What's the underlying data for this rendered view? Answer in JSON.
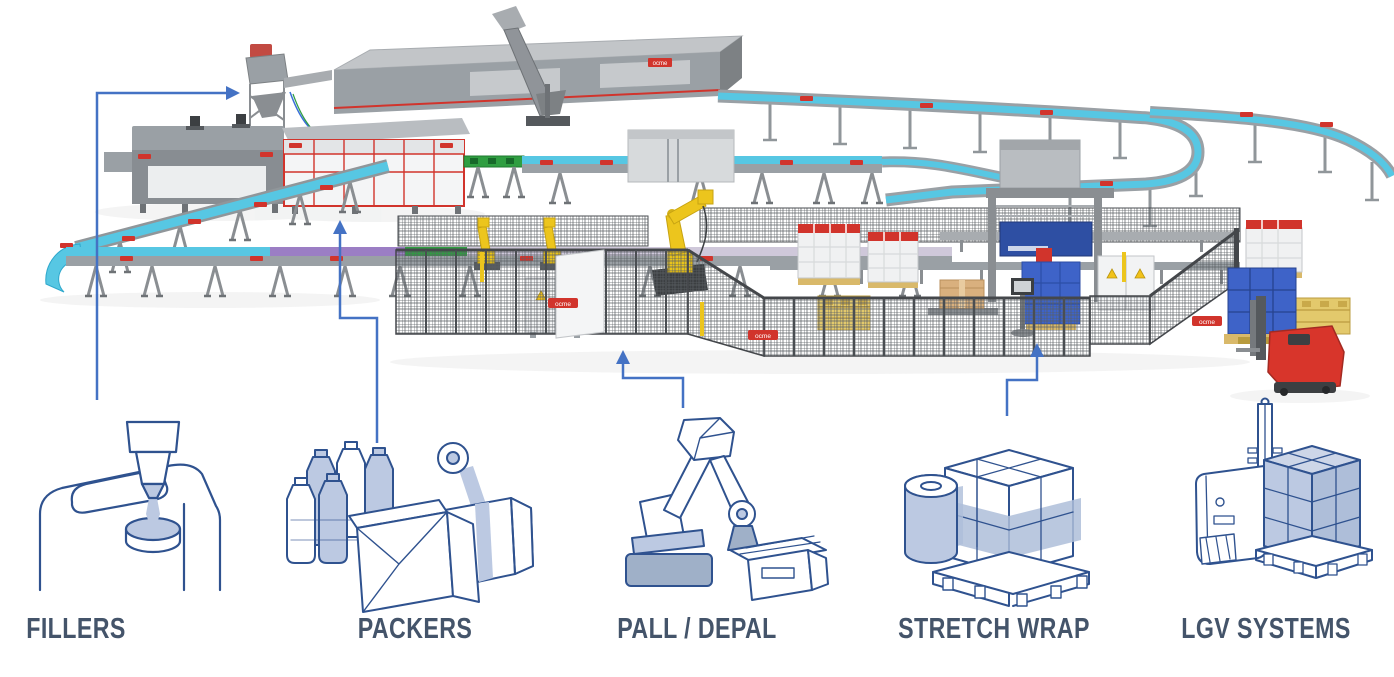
{
  "brand": "ocme",
  "sections": [
    {
      "id": "fillers",
      "label": "FILLERS",
      "icon": "jerrycan-filling-nozzle-icon"
    },
    {
      "id": "packers",
      "label": "PACKERS",
      "icon": "bottles-boxes-tape-icon"
    },
    {
      "id": "pall-depal",
      "label": "PALL / DEPAL",
      "icon": "palletizing-robot-icon"
    },
    {
      "id": "stretch-wrap",
      "label": "STRETCH WRAP",
      "icon": "film-roll-pallet-icon"
    },
    {
      "id": "lgv-systems",
      "label": "LGV SYSTEMS",
      "icon": "laser-guided-vehicle-icon"
    }
  ],
  "colors": {
    "label_text": "#44546A",
    "callout_arrow": "#4472C4",
    "icon_outline": "#2F528F",
    "icon_fill": "#BCC9E2",
    "conveyor_cyan": "#57C7E3",
    "conveyor_purple": "#9B7EC4",
    "conveyor_green": "#2F9E41",
    "machine_red": "#D1342C",
    "robot_yellow": "#ECC51D",
    "palletizer_blue": "#2E4FA3",
    "crate_blue": "#3E63C8",
    "lgv_red": "#D8352B"
  }
}
